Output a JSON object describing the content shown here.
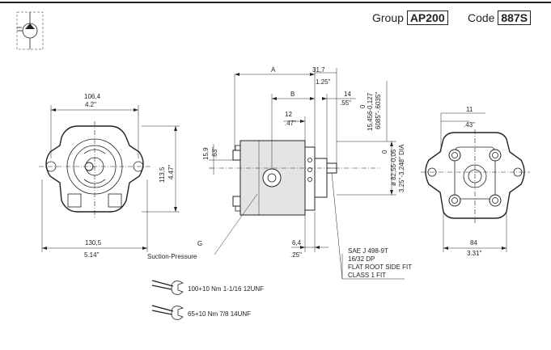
{
  "header": {
    "group_label": "Group",
    "group_value": "AP200",
    "code_label": "Code",
    "code_value": "887S"
  },
  "front": {
    "dim_width_mm": "106,4",
    "dim_width_in": "4.2\"",
    "dim_height_mm": "113,5",
    "dim_height_in": "4.47\"",
    "dim_base_mm": "130,5",
    "dim_base_in": "5.14\""
  },
  "side": {
    "dim_a": "A",
    "dim_b": "B",
    "dim_31_7": "31,7",
    "dim_1_25": "1.25\"",
    "dim_14": "14",
    "dim_055": ".55\"",
    "dim_12": "12",
    "dim_047": ".47\"",
    "dim_15_9": "15,9",
    "dim_063": ".63\"",
    "dim_tol_0": "0",
    "dim_tol_shaft": "15,456-0,127",
    "dim_tol_shaft_in": "6085\"-.6035\"",
    "dim_dia_0": "0",
    "dim_dia_mm": "ø 82,55-0,05",
    "dim_dia_in": "3.25\"-3.248\" DIA",
    "dim_6_4": "6,4",
    "dim_025": ".25\"",
    "label_g": "G",
    "label_suction": "Suction-Pressure",
    "spec_1": "SAE J 498-9T",
    "spec_2": "16/32 DP",
    "spec_3": "FLAT ROOT SIDE FIT",
    "spec_4": "CLASS 1 FIT"
  },
  "rear": {
    "dim_11": "11",
    "dim_043": ".43\"",
    "dim_84": "84",
    "dim_331": "3.31\""
  },
  "torque": [
    {
      "label": "100+10 Nm   1-1/16 12UNF"
    },
    {
      "label": "65+10 Nm   7/8 14UNF"
    }
  ]
}
